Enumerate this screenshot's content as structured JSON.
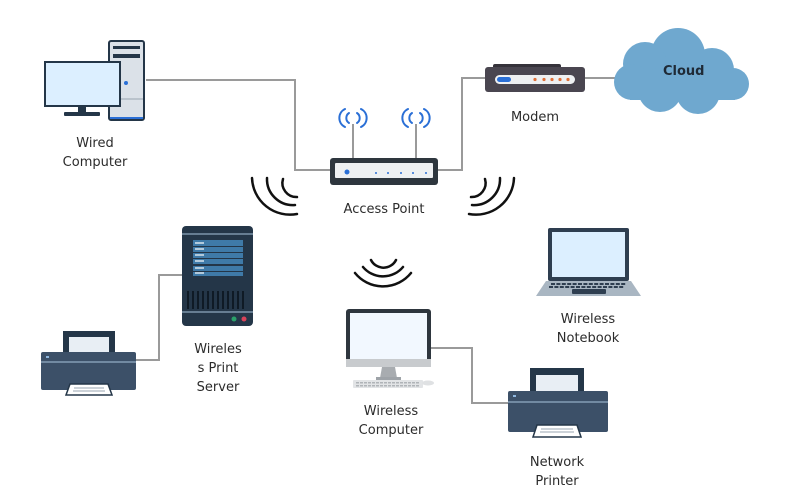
{
  "diagram": {
    "type": "network-topology",
    "nodes": [
      {
        "id": "wired-computer",
        "label": "Wired\nComputer",
        "kind": "desktop-tower"
      },
      {
        "id": "access-point",
        "label": "Access Point",
        "kind": "wireless-router"
      },
      {
        "id": "modem",
        "label": "Modem",
        "kind": "modem"
      },
      {
        "id": "cloud",
        "label": "Cloud",
        "kind": "cloud"
      },
      {
        "id": "print-server",
        "label": "Wireles\ns Print\nServer",
        "kind": "server"
      },
      {
        "id": "server-printer",
        "label": "",
        "kind": "printer"
      },
      {
        "id": "wireless-computer",
        "label": "Wireless\nComputer",
        "kind": "all-in-one"
      },
      {
        "id": "wireless-notebook",
        "label": "Wireless\nNotebook",
        "kind": "laptop"
      },
      {
        "id": "network-printer",
        "label": "Network\nPrinter",
        "kind": "printer"
      }
    ],
    "edges": [
      {
        "from": "wired-computer",
        "to": "access-point",
        "type": "wired"
      },
      {
        "from": "access-point",
        "to": "modem",
        "type": "wired"
      },
      {
        "from": "modem",
        "to": "cloud",
        "type": "wired"
      },
      {
        "from": "print-server",
        "to": "server-printer",
        "type": "wired"
      },
      {
        "from": "wireless-computer",
        "to": "network-printer",
        "type": "wired"
      }
    ],
    "wireless_signals": [
      "access-point-left",
      "access-point-right",
      "wireless-computer"
    ],
    "colors": {
      "line": "#9a9a9a",
      "dark_navy": "#243648",
      "screen_light": "#dcefff",
      "cloud": "#6fa8cf",
      "modem_body": "#4a4650",
      "modem_leds": "#e0703a",
      "accent_blue": "#2a6fd6",
      "printer_body": "#3c5068",
      "server_stripe": "#3f7aa8"
    }
  }
}
